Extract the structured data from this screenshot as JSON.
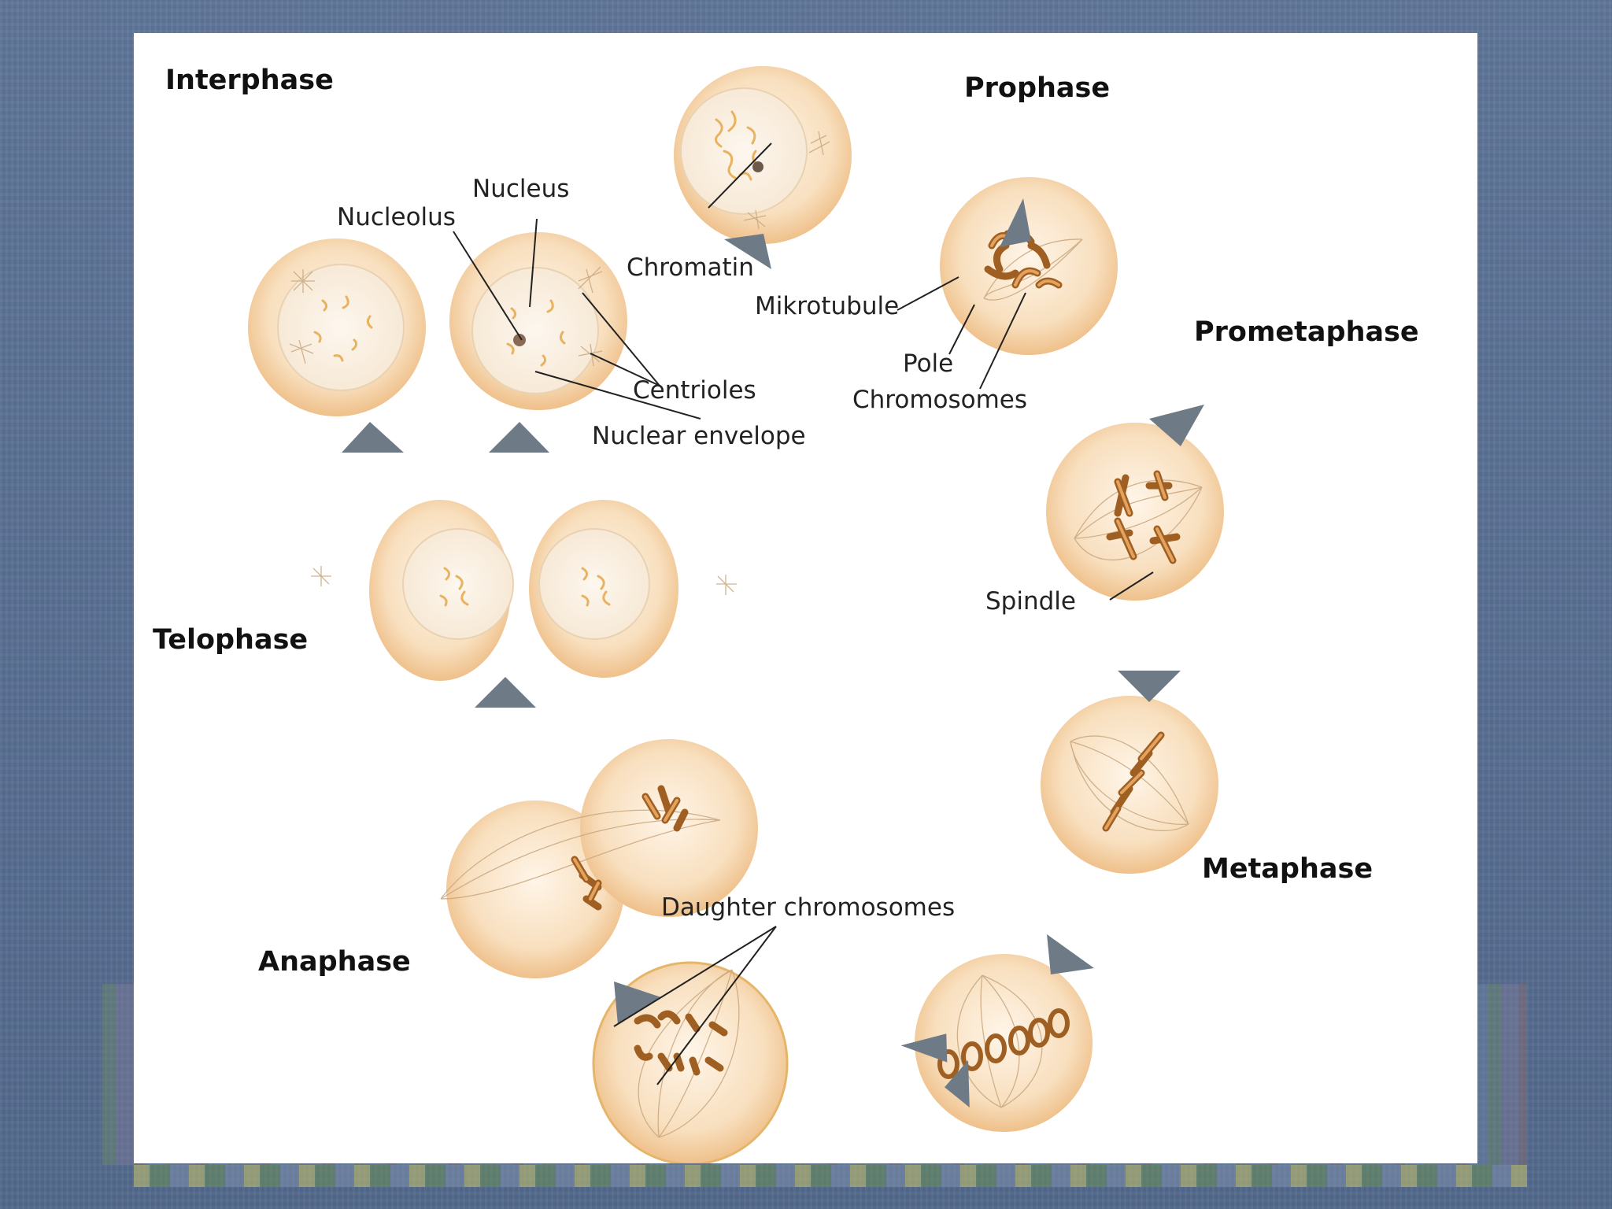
{
  "phases": {
    "interphase": "Interphase",
    "prophase": "Prophase",
    "prometaphase": "Prometaphase",
    "metaphase": "Metaphase",
    "anaphase": "Anaphase",
    "telophase": "Telophase"
  },
  "labels": {
    "nucleus": "Nucleus",
    "nucleolus": "Nucleolus",
    "chromatin": "Chromatin",
    "mikrotubule": "Mikrotubule",
    "centrioles": "Centrioles",
    "pole": "Pole",
    "chromosomes": "Chromosomes",
    "nuclear_envelope": "Nuclear envelope",
    "spindle": "Spindle",
    "daughter_chromosomes": "Daughter chromosomes"
  },
  "colors": {
    "background": "#5b6f8f",
    "cell_fill": "#f5d3a8",
    "chromosome": "#a05f22",
    "arrow": "#6e7b87"
  }
}
